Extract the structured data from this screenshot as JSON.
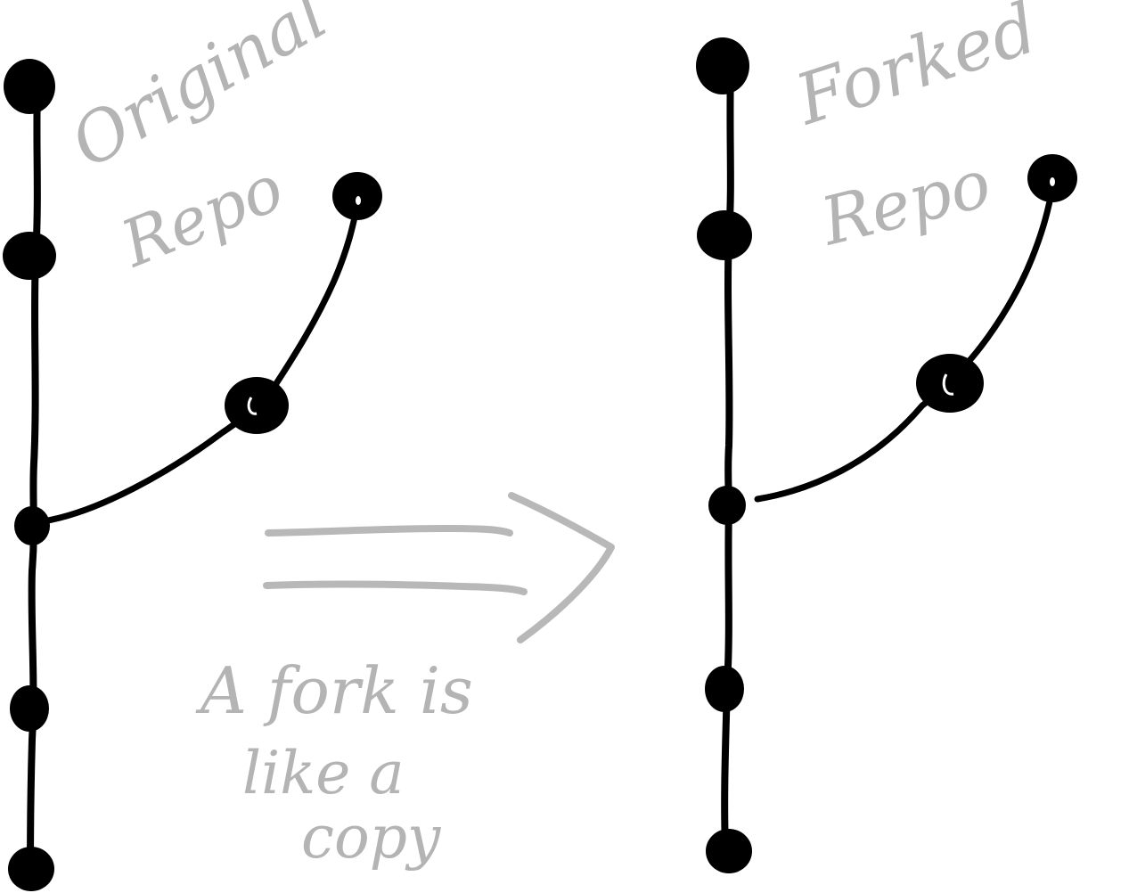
{
  "labels": {
    "original_line1": "Original",
    "original_line2": "Repo",
    "forked_line1": "Forked",
    "forked_line2": "Repo",
    "caption_line1": "A fork is",
    "caption_line2": "like a",
    "caption_line3": "copy"
  },
  "colors": {
    "ink": "#000000",
    "pencil": "#b8b8b8",
    "background": "#ffffff"
  }
}
